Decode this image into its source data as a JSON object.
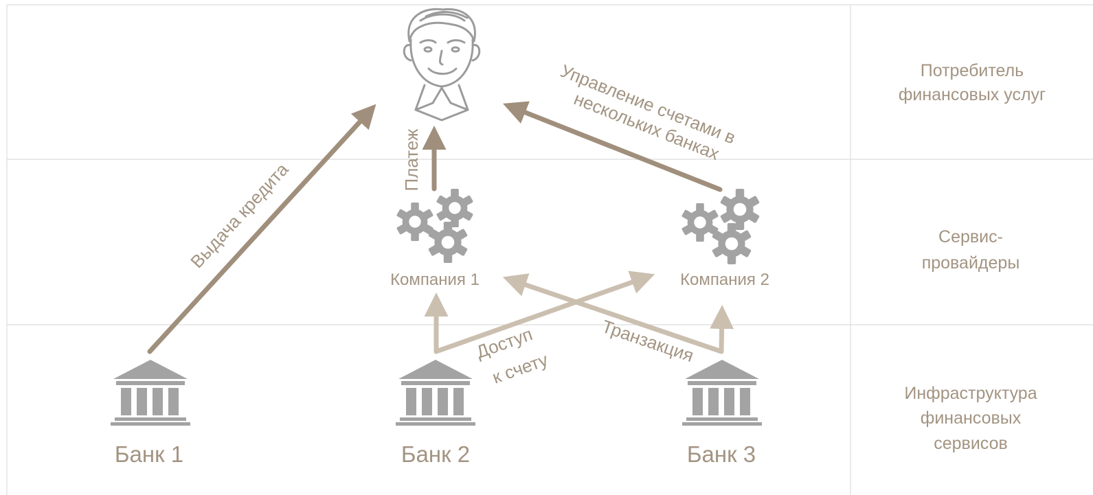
{
  "tiers": [
    {
      "label_lines": [
        "Потребитель",
        "финансовых услуг"
      ]
    },
    {
      "label_lines": [
        "Сервис-",
        "провайдеры"
      ]
    },
    {
      "label_lines": [
        "Инфраструктура",
        "финансовых",
        "сервисов"
      ]
    }
  ],
  "banks": [
    "Банк 1",
    "Банк 2",
    "Банк 3"
  ],
  "companies": [
    "Компания 1",
    "Компания 2"
  ],
  "arrows": {
    "credit": "Выдача кредита",
    "payment": "Платеж",
    "multi_bank_lines": [
      "Управление счетами в",
      "нескольких банках"
    ],
    "account_access_lines": [
      "Доступ",
      "к счету"
    ],
    "transaction": "Транзакция"
  },
  "colors": {
    "text": "#a39482",
    "dark_arrow": "#a08f7c",
    "light_arrow": "#cbbfb0",
    "icon_gray": "#a3a3a3"
  },
  "icons": {
    "consumer": "person-icon",
    "service": "gears-icon",
    "bank": "bank-icon"
  }
}
